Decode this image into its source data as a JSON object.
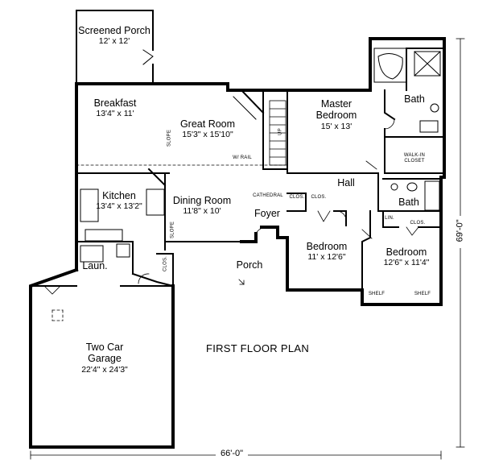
{
  "plan": {
    "title": "FIRST FLOOR PLAN",
    "overall_width": "66'-0\"",
    "overall_depth": "69'-0\""
  },
  "rooms": {
    "screened_porch": {
      "name": "Screened Porch",
      "size": "12' x 12'"
    },
    "breakfast": {
      "name": "Breakfast",
      "size": "13'4\" x 11'"
    },
    "great_room": {
      "name": "Great Room",
      "size": "15'3\" x 15'10\""
    },
    "master_bedroom": {
      "name": "Master\nBedroom",
      "size": "15' x 13'"
    },
    "master_bath": {
      "name": "Bath"
    },
    "kitchen": {
      "name": "Kitchen",
      "size": "13'4\" x 13'2\""
    },
    "dining_room": {
      "name": "Dining Room",
      "size": "11'8\" x 10'"
    },
    "foyer": {
      "name": "Foyer"
    },
    "hall": {
      "name": "Hall"
    },
    "bath2": {
      "name": "Bath"
    },
    "bedroom2": {
      "name": "Bedroom",
      "size": "11' x 12'6\""
    },
    "bedroom3": {
      "name": "Bedroom",
      "size": "12'6\" x 11'4\""
    },
    "laundry": {
      "name": "Laun."
    },
    "porch": {
      "name": "Porch"
    },
    "garage": {
      "name": "Two Car\nGarage",
      "size": "22'4\" x 24'3\""
    }
  },
  "notes": {
    "slope": "SLOPE",
    "walk_in_closet": "WALK-IN CLOSET",
    "clos": "CLOS.",
    "lin": "LIN.",
    "wall_rail": "W/ RAIL",
    "up": "UP",
    "shelf": "SHELF",
    "cathedral": "CATHEDRAL"
  }
}
